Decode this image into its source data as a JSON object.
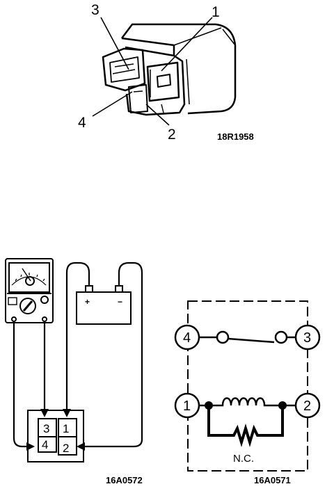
{
  "relay_view": {
    "callouts": [
      "1",
      "2",
      "3",
      "4"
    ],
    "figure_code": "18R1958"
  },
  "test_setup": {
    "pins": [
      "3",
      "1",
      "4",
      "2"
    ],
    "battery_plus": "+",
    "battery_minus": "−",
    "figure_code": "16A0572"
  },
  "schematic": {
    "terminals": [
      "4",
      "3",
      "1",
      "2"
    ],
    "nc_label": "N.C.",
    "figure_code": "16A0571"
  }
}
